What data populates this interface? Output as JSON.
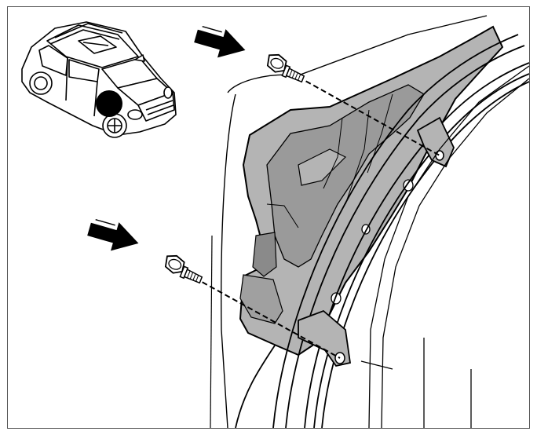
{
  "figure": {
    "background_color": "#ffffff",
    "line_color": "#000000",
    "highlight_gray": "#b4b4b4",
    "dark_gray": "#7a7a7a",
    "locator_marker_color": "#000000"
  },
  "parts": {
    "arrow_upper_icon": "direction-arrow",
    "arrow_lower_icon": "direction-arrow",
    "bolt_upper_icon": "bolt-icon",
    "bolt_lower_icon": "bolt-icon",
    "vehicle_icon": "suv-locator"
  }
}
